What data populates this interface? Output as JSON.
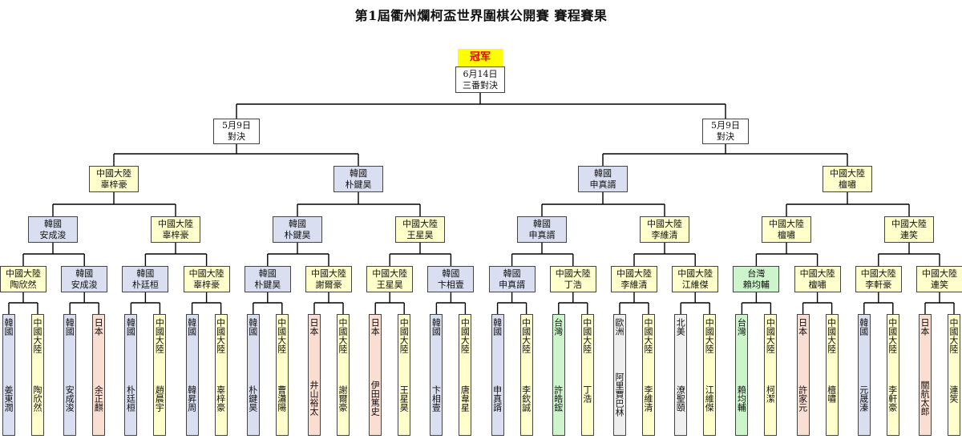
{
  "title": "第1屆衢州爛柯盃世界圍棋公開賽 賽程賽果",
  "champion": {
    "label": "冠军"
  },
  "final": {
    "date": "6月14日",
    "format": "三番對決"
  },
  "semis": [
    {
      "date": "5月9日",
      "format": "對決"
    },
    {
      "date": "5月9日",
      "format": "對決"
    }
  ],
  "quarters": [
    {
      "region": "中國大陸",
      "name": "辜梓豪",
      "color": "cn"
    },
    {
      "region": "韓國",
      "name": "朴鍵昊",
      "color": "kr"
    },
    {
      "region": "韓國",
      "name": "申真諝",
      "color": "kr"
    },
    {
      "region": "中國大陸",
      "name": "檀嘯",
      "color": "cn"
    }
  ],
  "round16": [
    {
      "region": "韓國",
      "name": "安成浚",
      "color": "kr"
    },
    {
      "region": "中國大陸",
      "name": "辜梓豪",
      "color": "cn"
    },
    {
      "region": "韓國",
      "name": "朴鍵昊",
      "color": "kr"
    },
    {
      "region": "中國大陸",
      "name": "王星昊",
      "color": "cn"
    },
    {
      "region": "韓國",
      "name": "申真諝",
      "color": "kr"
    },
    {
      "region": "中國大陸",
      "name": "李維清",
      "color": "cn"
    },
    {
      "region": "中國大陸",
      "name": "檀嘯",
      "color": "cn"
    },
    {
      "region": "中國大陸",
      "name": "連笑",
      "color": "cn"
    }
  ],
  "round32": [
    {
      "region": "中國大陸",
      "name": "陶欣然",
      "color": "cn"
    },
    {
      "region": "韓國",
      "name": "安成浚",
      "color": "kr"
    },
    {
      "region": "韓國",
      "name": "朴廷桓",
      "color": "kr"
    },
    {
      "region": "中國大陸",
      "name": "辜梓豪",
      "color": "cn"
    },
    {
      "region": "韓國",
      "name": "朴鍵昊",
      "color": "kr"
    },
    {
      "region": "中國大陸",
      "name": "謝爾豪",
      "color": "cn"
    },
    {
      "region": "中國大陸",
      "name": "王星昊",
      "color": "cn"
    },
    {
      "region": "韓國",
      "name": "卞相壹",
      "color": "kr"
    },
    {
      "region": "韓國",
      "name": "申真諝",
      "color": "kr"
    },
    {
      "region": "中國大陸",
      "name": "丁浩",
      "color": "cn"
    },
    {
      "region": "中國大陸",
      "name": "李維清",
      "color": "cn"
    },
    {
      "region": "中國大陸",
      "name": "江維傑",
      "color": "cn"
    },
    {
      "region": "台灣",
      "name": "賴均輔",
      "color": "tw"
    },
    {
      "region": "中國大陸",
      "name": "檀嘯",
      "color": "cn"
    },
    {
      "region": "中國大陸",
      "name": "李軒豪",
      "color": "cn"
    },
    {
      "region": "中國大陸",
      "name": "連笑",
      "color": "cn"
    }
  ],
  "round64": [
    {
      "region": "韓國",
      "name": "姜東潤",
      "color": "kr"
    },
    {
      "region": "中國大陸",
      "name": "陶欣然",
      "color": "cn"
    },
    {
      "region": "韓國",
      "name": "安成浚",
      "color": "kr"
    },
    {
      "region": "日本",
      "name": "余正麒",
      "color": "jp"
    },
    {
      "region": "韓國",
      "name": "朴廷桓",
      "color": "kr"
    },
    {
      "region": "中國大陸",
      "name": "趙晨宇",
      "color": "cn"
    },
    {
      "region": "韓國",
      "name": "韓昇周",
      "color": "kr"
    },
    {
      "region": "中國大陸",
      "name": "辜梓豪",
      "color": "cn"
    },
    {
      "region": "韓國",
      "name": "朴鍵昊",
      "color": "kr"
    },
    {
      "region": "中國大陸",
      "name": "曹瀟陽",
      "color": "cn"
    },
    {
      "region": "日本",
      "name": "井山裕太",
      "color": "jp"
    },
    {
      "region": "中國大陸",
      "name": "謝爾豪",
      "color": "cn"
    },
    {
      "region": "日本",
      "name": "伊田篤史",
      "color": "jp"
    },
    {
      "region": "中國大陸",
      "name": "王星昊",
      "color": "cn"
    },
    {
      "region": "韓國",
      "name": "卞相壹",
      "color": "kr"
    },
    {
      "region": "中國大陸",
      "name": "唐韋星",
      "color": "cn"
    },
    {
      "region": "韓國",
      "name": "申真諝",
      "color": "kr"
    },
    {
      "region": "中國大陸",
      "name": "李欽誠",
      "color": "cn"
    },
    {
      "region": "台灣",
      "name": "許皓鋐",
      "color": "tw"
    },
    {
      "region": "中國大陸",
      "name": "丁浩",
      "color": "cn"
    },
    {
      "region": "歐洲",
      "name": "阿里賈巴林",
      "color": "eu"
    },
    {
      "region": "中國大陸",
      "name": "李維清",
      "color": "cn"
    },
    {
      "region": "北美",
      "name": "潦聖頤",
      "color": "na"
    },
    {
      "region": "中國大陸",
      "name": "江維傑",
      "color": "cn"
    },
    {
      "region": "台灣",
      "name": "賴均輔",
      "color": "tw"
    },
    {
      "region": "中國大陸",
      "name": "柯潔",
      "color": "cn"
    },
    {
      "region": "日本",
      "name": "許家元",
      "color": "jp"
    },
    {
      "region": "中國大陸",
      "name": "檀嘯",
      "color": "cn"
    },
    {
      "region": "韓國",
      "name": "元晟溱",
      "color": "kr"
    },
    {
      "region": "中國大陸",
      "name": "李軒豪",
      "color": "cn"
    },
    {
      "region": "日本",
      "name": "關航太郎",
      "color": "jp"
    },
    {
      "region": "中國大陸",
      "name": "連笑",
      "color": "cn"
    }
  ],
  "colors": {
    "kr": "#d9dff0",
    "cn": "#ffffcc",
    "jp": "#fbded2",
    "tw": "#ccf5cc",
    "eu": "#eeeeee",
    "na": "#f0f0f0",
    "champion_bg": "#ffff00",
    "champion_text": "#e00000"
  }
}
